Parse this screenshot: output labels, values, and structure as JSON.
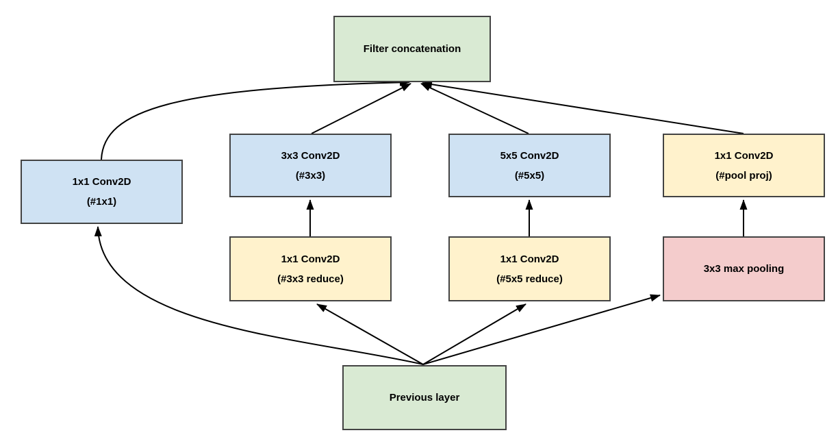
{
  "diagram": {
    "background": "#ffffff",
    "colors": {
      "green": "#d9ead3",
      "blue": "#cfe2f3",
      "yellow": "#fff2cc",
      "red": "#f4cccc",
      "border": "#434343",
      "arrow": "#000000",
      "text": "#000000"
    },
    "nodes": {
      "filter_concat": {
        "line1": "Filter concatenation",
        "fill": "#d9ead3"
      },
      "conv1x1": {
        "line1": "1x1 Conv2D",
        "line2": "(#1x1)",
        "fill": "#cfe2f3"
      },
      "conv3x3": {
        "line1": "3x3 Conv2D",
        "line2": "(#3x3)",
        "fill": "#cfe2f3"
      },
      "conv5x5": {
        "line1": "5x5 Conv2D",
        "line2": "(#5x5)",
        "fill": "#cfe2f3"
      },
      "poolproj": {
        "line1": "1x1 Conv2D",
        "line2": "(#pool proj)",
        "fill": "#fff2cc"
      },
      "reduce3x3": {
        "line1": "1x1 Conv2D",
        "line2": "(#3x3 reduce)",
        "fill": "#fff2cc"
      },
      "reduce5x5": {
        "line1": "1x1 Conv2D",
        "line2": "(#5x5 reduce)",
        "fill": "#fff2cc"
      },
      "maxpool": {
        "line1": "3x3 max pooling",
        "fill": "#f4cccc"
      },
      "prev": {
        "line1": "Previous layer",
        "fill": "#d9ead3"
      }
    },
    "edges": [
      {
        "from": "prev",
        "to": "conv1x1"
      },
      {
        "from": "prev",
        "to": "reduce3x3"
      },
      {
        "from": "prev",
        "to": "reduce5x5"
      },
      {
        "from": "prev",
        "to": "maxpool"
      },
      {
        "from": "reduce3x3",
        "to": "conv3x3"
      },
      {
        "from": "reduce5x5",
        "to": "conv5x5"
      },
      {
        "from": "maxpool",
        "to": "poolproj"
      },
      {
        "from": "conv1x1",
        "to": "filter_concat"
      },
      {
        "from": "conv3x3",
        "to": "filter_concat"
      },
      {
        "from": "conv5x5",
        "to": "filter_concat"
      },
      {
        "from": "poolproj",
        "to": "filter_concat"
      }
    ]
  }
}
